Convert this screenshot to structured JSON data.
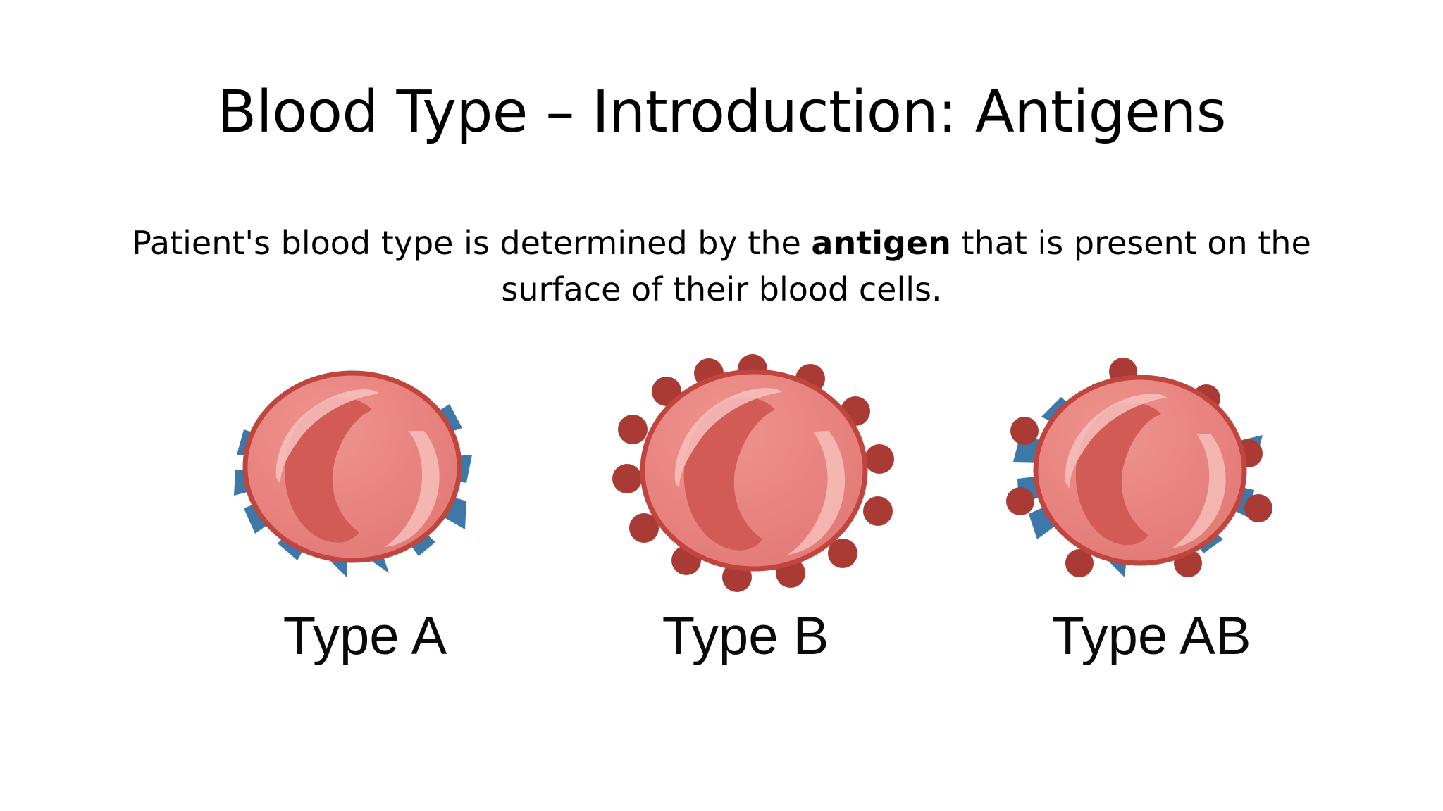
{
  "slide": {
    "title": "Blood Type – Introduction: Antigens",
    "body": {
      "before": "Patient's blood type is determined by the ",
      "emphasis": "antigen",
      "after": " that is present on the surface of their blood cells."
    }
  },
  "cells": [
    {
      "id": "type-a",
      "label": "Type A",
      "antigen_shape": "blue-triangle-spikes",
      "antigen_count": 12,
      "antigen_color": "#3D78A8"
    },
    {
      "id": "type-b",
      "label": "Type B",
      "antigen_shape": "dark-red-dots",
      "antigen_count": 14,
      "antigen_color": "#A93B34"
    },
    {
      "id": "type-ab",
      "label": "Type AB",
      "antigen_shape": "blue-triangle-spikes-and-dark-red-dots",
      "antigen_count": 14,
      "antigen_color": "#3D78A8",
      "antigen_color_secondary": "#A93B34"
    }
  ],
  "palette": {
    "background": "#FFFFFF",
    "text": "#000000",
    "cell_body": "#E8837F",
    "cell_body_light": "#EE918C",
    "cell_rim": "#C0453E",
    "cell_dimple": "#D35B56",
    "cell_highlight": "#F4B3AE",
    "antigen_blue": "#3D78A8",
    "antigen_red": "#A93B34"
  }
}
